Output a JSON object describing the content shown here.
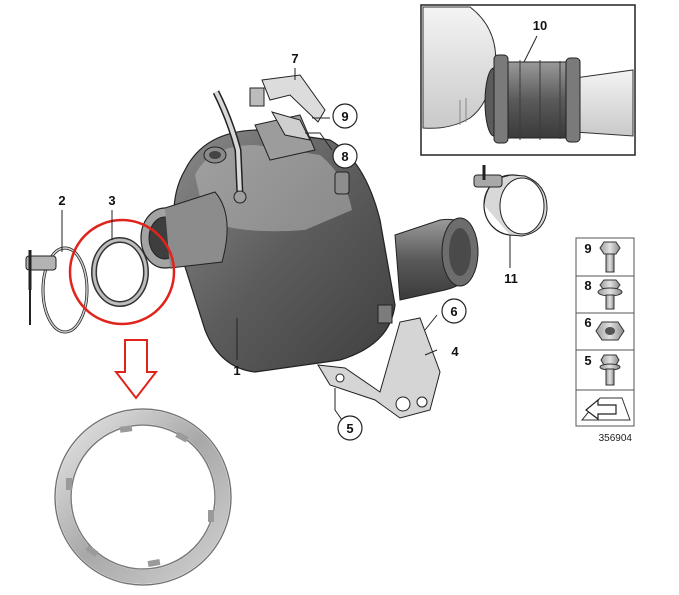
{
  "callouts": {
    "p1": "1",
    "p2": "2",
    "p3": "3",
    "p4": "4",
    "p5": "5",
    "p6": "6",
    "p7": "7",
    "p8": "8",
    "p9": "9",
    "p10": "10",
    "p11": "11"
  },
  "legend": {
    "items": [
      "9",
      "8",
      "6",
      "5"
    ]
  },
  "reference_number": "356904",
  "colors": {
    "highlight_red": "#e0241b",
    "part_dark": "#5d5d5d",
    "part_light": "#cfcfcf",
    "line": "#1a1a1a"
  }
}
